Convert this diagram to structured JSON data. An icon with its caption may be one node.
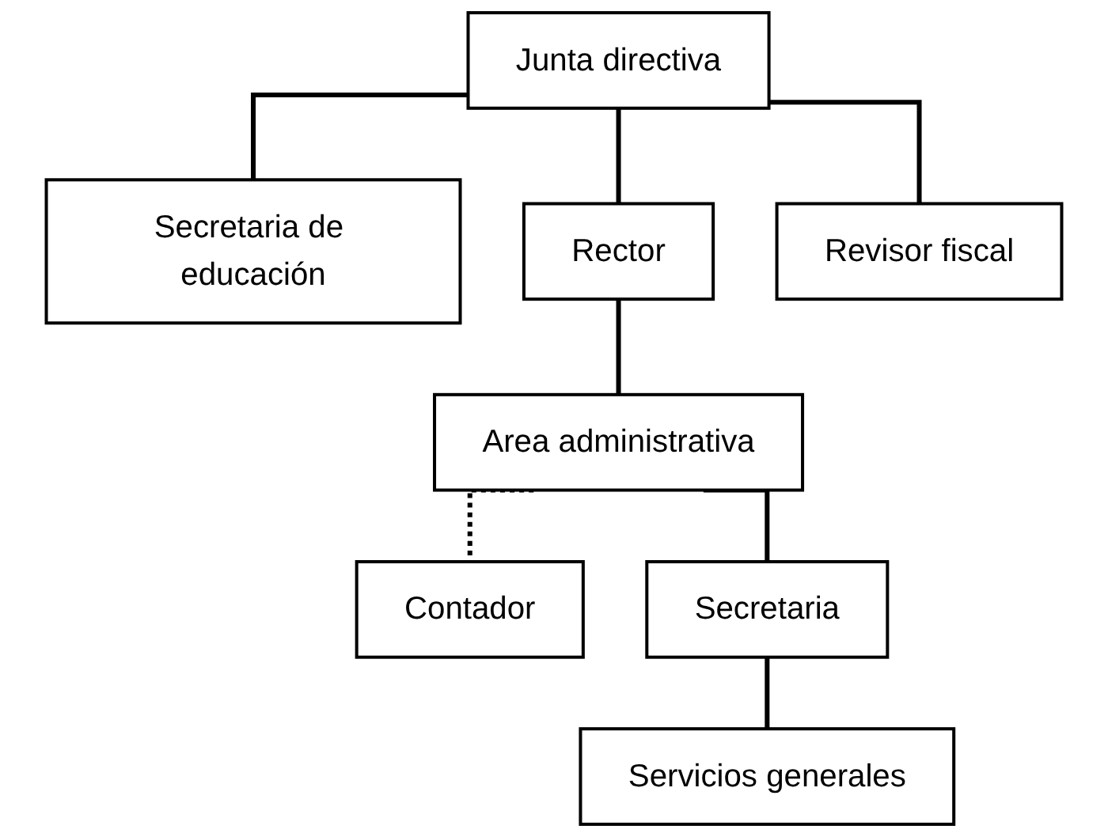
{
  "diagram": {
    "nodes": [
      {
        "text": [
          "Junta directiva"
        ]
      },
      {
        "text": [
          "Secretaria de educación"
        ]
      },
      {
        "text": [
          "Rector"
        ]
      },
      {
        "text": [
          "Revisor fiscal"
        ]
      },
      {
        "text": [
          "Area administrativa"
        ]
      },
      {
        "text": [
          "Contador"
        ]
      },
      {
        "text": [
          "Secretaria"
        ]
      },
      {
        "text": [
          "Servicios generales"
        ]
      }
    ],
    "edges": [
      {
        "from": 0,
        "to": 1,
        "arrow": "none"
      },
      {
        "from": 0,
        "to": 2,
        "arrow": "none"
      },
      {
        "from": 0,
        "to": 3,
        "arrow": "none"
      },
      {
        "from": 2,
        "to": 4,
        "arrow": "none"
      },
      {
        "from": 4,
        "to": 5,
        "arrow": "none",
        "style": "dashed"
      },
      {
        "from": 4,
        "to": 6,
        "arrow": "none"
      },
      {
        "from": 6,
        "to": 7,
        "arrow": "none"
      }
    ]
  }
}
